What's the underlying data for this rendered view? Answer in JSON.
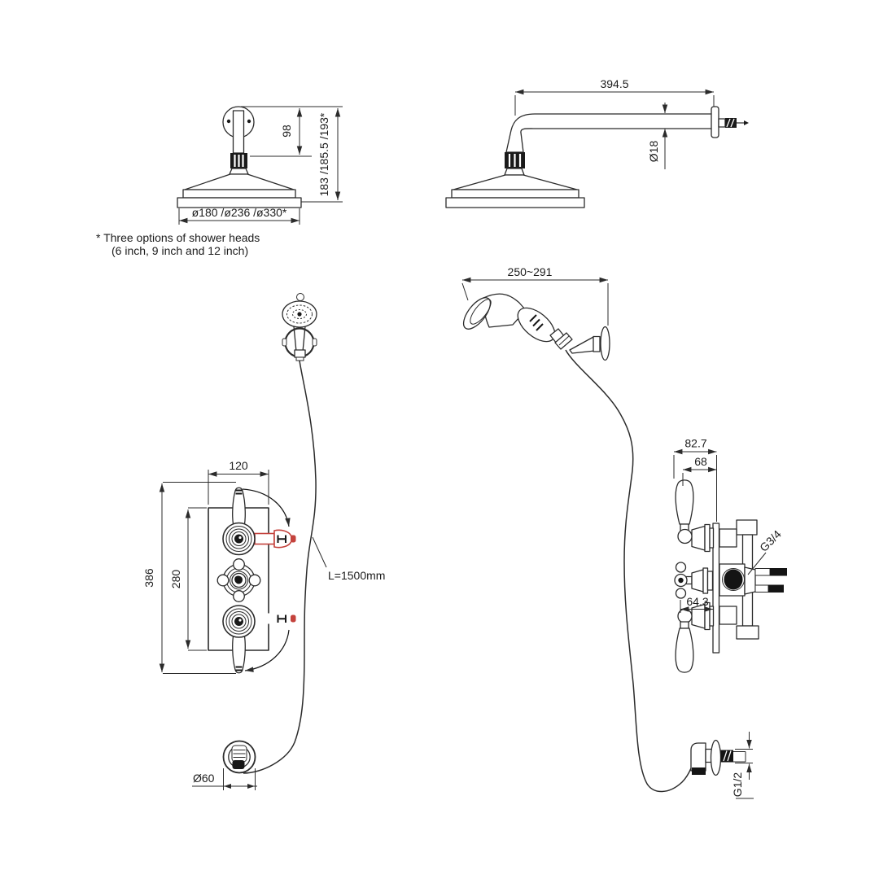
{
  "colors": {
    "line": "#2b2b2b",
    "accent_red": "#c4423c",
    "background": "#ffffff"
  },
  "drawing": {
    "ceiling_shower": {
      "dim_arm_height": "98",
      "dim_total_height": "183 /185.5 /193*",
      "dim_head_diameter": "ø180 /ø236 /ø330*",
      "note_line1": "* Three options of shower heads",
      "note_line2": "(6 inch, 9 inch and 12 inch)"
    },
    "wall_arm_shower": {
      "dim_arm_length": "394.5",
      "dim_arm_diameter": "Ø18"
    },
    "handset": {
      "dim_wall_reach": "250~291",
      "hose_length_label": "L=1500mm"
    },
    "valve_front": {
      "dim_plate_width": "120",
      "dim_total_height": "386",
      "dim_plate_height": "280"
    },
    "valve_side": {
      "dim_lever_projection": "82.7",
      "dim_body_projection": "68",
      "dim_crosshead_projection": "64.3",
      "thread_label": "G3/4"
    },
    "wall_outlet": {
      "dim_flange_diameter": "Ø60",
      "thread_label": "G1/2"
    }
  }
}
